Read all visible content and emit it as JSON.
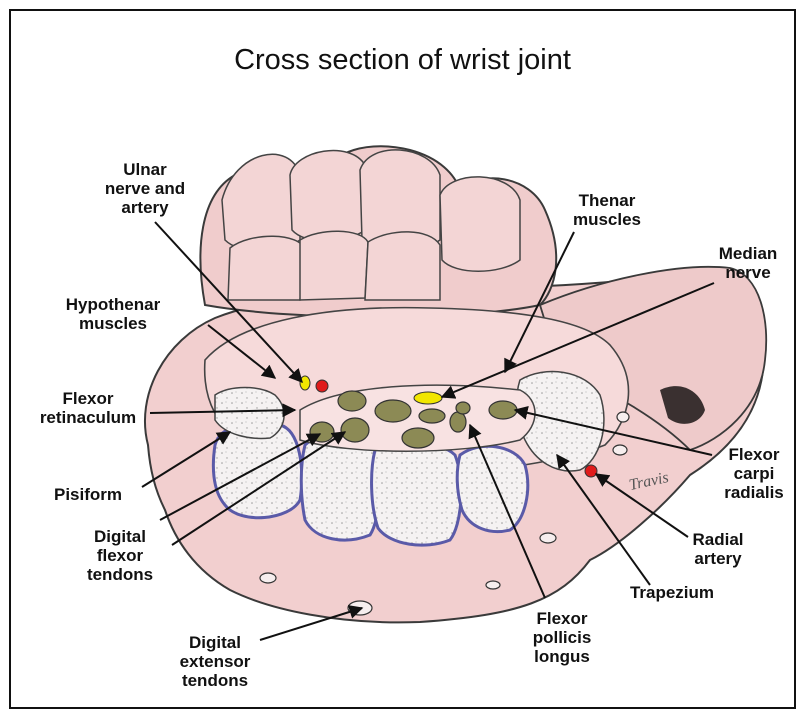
{
  "title": "Cross section of wrist joint",
  "signature": "Travis",
  "labels": {
    "ulnar": "Ulnar\nnerve and\nartery",
    "thenar": "Thenar\nmuscles",
    "median": "Median\nnerve",
    "hypothenar": "Hypothenar\nmuscles",
    "flexor_retinaculum": "Flexor\nretinaculum",
    "pisiform": "Pisiform",
    "digital_flexor": "Digital\nflexor\ntendons",
    "fcr": "Flexor\ncarpi\nradialis",
    "radial_artery": "Radial\nartery",
    "trapezium": "Trapezium",
    "fpl": "Flexor\npollicis\nlongus",
    "digital_extensor": "Digital\nextensor\ntendons"
  },
  "colors": {
    "skin": "#f3d3d3",
    "outline": "#3a3a3a",
    "tendon": "#8c8a55",
    "nerve": "#f2e600",
    "artery": "#e01b1b",
    "bone_outline": "#5a5aa8",
    "bone_fill": "#f4f1f1"
  }
}
